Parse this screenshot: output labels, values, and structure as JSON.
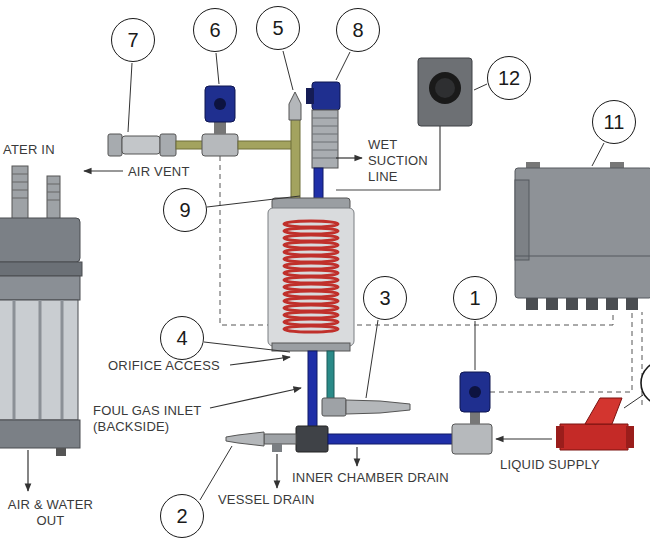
{
  "diagram": {
    "nodes": [
      {
        "text": [
          "7"
        ]
      },
      {
        "text": [
          "6"
        ]
      },
      {
        "text": [
          "5"
        ]
      },
      {
        "text": [
          "8"
        ]
      },
      {
        "text": [
          "12"
        ]
      },
      {
        "text": [
          "11"
        ]
      },
      {
        "text": [
          "9"
        ]
      },
      {
        "text": [
          "3"
        ]
      },
      {
        "text": [
          "4"
        ]
      },
      {
        "text": [
          "1"
        ]
      },
      {
        "text": [
          "2"
        ]
      }
    ],
    "labels": [
      "ATER IN",
      "AIR VENT",
      "WET SUCTION LINE",
      "ORIFICE ACCESS",
      "FOUL GAS INLET (BACKSIDE)",
      "INNER CHAMBER DRAIN",
      "VESSEL DRAIN",
      "LIQUID SUPPLY",
      "AIR & WATER OUT"
    ]
  }
}
